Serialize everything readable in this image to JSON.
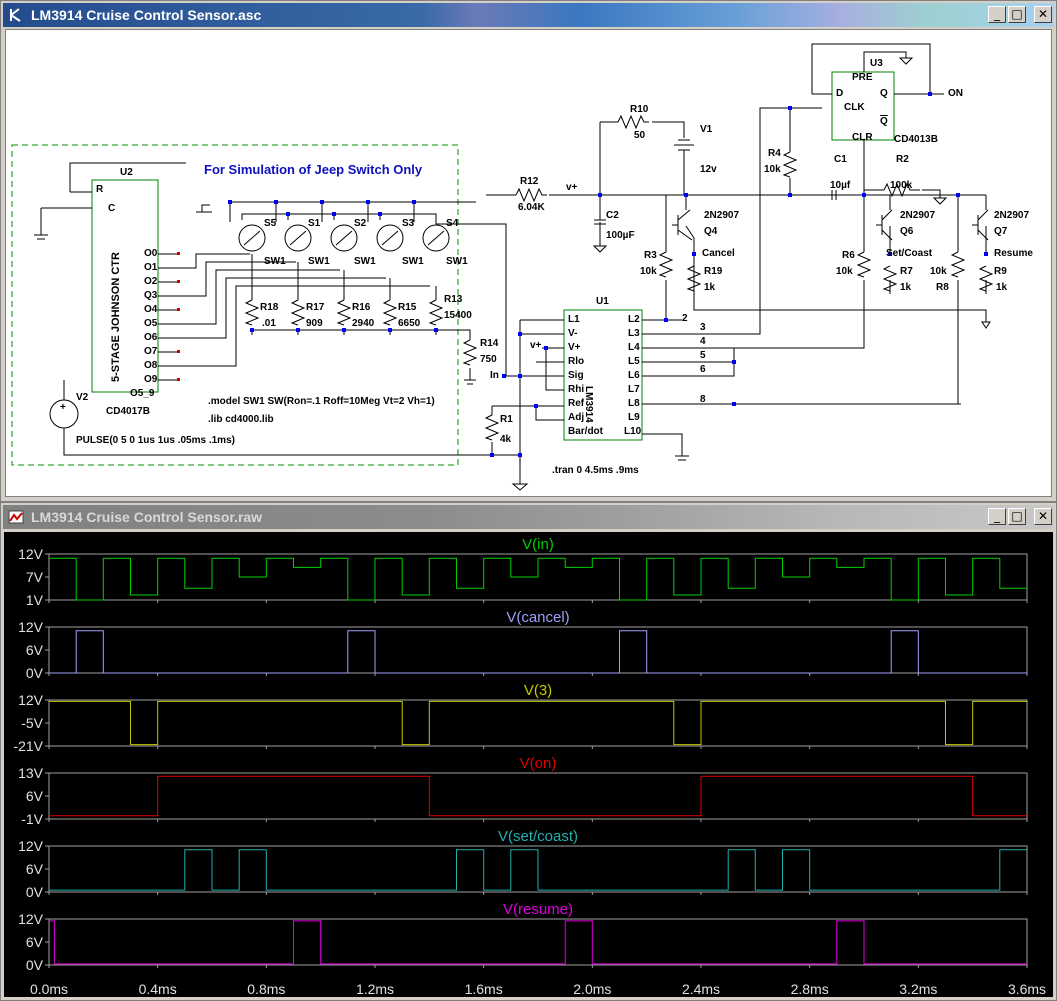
{
  "schematic": {
    "title": "LM3914 Cruise Control Sensor.asc",
    "buttons": {
      "minimize": "_",
      "maximize": "□",
      "close": "✕"
    },
    "comment": "For Simulation of Jeep Switch Only",
    "directives": {
      "model": ".model SW1 SW(Ron=.1 Roff=10Meg Vt=2 Vh=1)",
      "lib": ".lib cd4000.lib",
      "tran": ".tran 0 4.5ms .9ms",
      "pulse": "PULSE(0 5 0 1us 1us .05ms .1ms)"
    },
    "u2": {
      "ref": "U2",
      "part": "CD4017B",
      "body": "5-STAGE JOHNSON CTR",
      "r": "R",
      "c": "C",
      "outs": [
        "O0",
        "O1",
        "O2",
        "Q3",
        "O4",
        "O5",
        "O6",
        "O7",
        "O8",
        "O9",
        "O5_9"
      ]
    },
    "u1": {
      "ref": "U1",
      "part": "LM3914",
      "pins_left": [
        "L1",
        "V-",
        "V+",
        "Rlo",
        "Sig",
        "Rhi",
        "Ref",
        "Adj",
        "Bar/dot"
      ],
      "pins_right": [
        "L2",
        "L3",
        "L4",
        "L5",
        "L6",
        "L7",
        "L8",
        "L9",
        "L10"
      ]
    },
    "u3": {
      "ref": "U3",
      "part": "CD4013B",
      "pre": "PRE",
      "d": "D",
      "clk": "CLK",
      "q": "Q",
      "qbar": "Q",
      "clr": "CLR"
    },
    "switches": [
      {
        "ref": "S5",
        "model": "SW1"
      },
      {
        "ref": "S1",
        "model": "SW1"
      },
      {
        "ref": "S2",
        "model": "SW1"
      },
      {
        "ref": "S3",
        "model": "SW1"
      },
      {
        "ref": "S4",
        "model": "SW1"
      }
    ],
    "resistors": [
      {
        "ref": "R18",
        "val": ".01"
      },
      {
        "ref": "R17",
        "val": "909"
      },
      {
        "ref": "R16",
        "val": "2940"
      },
      {
        "ref": "R15",
        "val": "6650"
      },
      {
        "ref": "R13",
        "val": "15400"
      },
      {
        "ref": "R14",
        "val": "750"
      },
      {
        "ref": "R1",
        "val": "4k"
      },
      {
        "ref": "R12",
        "val": "6.04K"
      },
      {
        "ref": "R10",
        "val": "50"
      },
      {
        "ref": "R3",
        "val": "10k"
      },
      {
        "ref": "R19",
        "val": "1k"
      },
      {
        "ref": "R4",
        "val": "10k"
      },
      {
        "ref": "R2",
        "val": "100k"
      },
      {
        "ref": "R6",
        "val": "10k"
      },
      {
        "ref": "R7",
        "val": "1k"
      },
      {
        "ref": "R8",
        "val": "10k"
      },
      {
        "ref": "R9",
        "val": "1k"
      }
    ],
    "caps": [
      {
        "ref": "C2",
        "val": "100µF"
      },
      {
        "ref": "C1",
        "val": "10µf"
      }
    ],
    "sources": [
      {
        "ref": "V1",
        "val": "12v"
      },
      {
        "ref": "V2"
      }
    ],
    "transistors": [
      {
        "ref": "Q4",
        "part": "2N2907"
      },
      {
        "ref": "Q6",
        "part": "2N2907"
      },
      {
        "ref": "Q7",
        "part": "2N2907"
      }
    ],
    "nets": {
      "vplus": "v+",
      "vplus2": "v+",
      "in": "In",
      "on": "ON",
      "cancel": "Cancel",
      "setcoast": "Set/Coast",
      "resume": "Resume",
      "n2": "2",
      "n3": "3",
      "n4": "4",
      "n5": "5",
      "n6": "6",
      "n8": "8"
    }
  },
  "waveform": {
    "title": "LM3914 Cruise Control Sensor.raw",
    "buttons": {
      "minimize": "_",
      "maximize": "□",
      "close": "✕"
    },
    "xticks": [
      "0.0ms",
      "0.4ms",
      "0.8ms",
      "1.2ms",
      "1.6ms",
      "2.0ms",
      "2.4ms",
      "2.8ms",
      "3.2ms",
      "3.6ms"
    ],
    "panes": [
      {
        "title": "V(in)",
        "color": "#00d000",
        "yticks": [
          "12V",
          "7V",
          "1V"
        ]
      },
      {
        "title": "V(cancel)",
        "color": "#9f9fff",
        "yticks": [
          "12V",
          "6V",
          "0V"
        ]
      },
      {
        "title": "V(3)",
        "color": "#c8c800",
        "yticks": [
          "12V",
          "-5V",
          "-21V"
        ]
      },
      {
        "title": "V(on)",
        "color": "#e00000",
        "yticks": [
          "13V",
          "6V",
          "-1V"
        ]
      },
      {
        "title": "V(set/coast)",
        "color": "#20b0b0",
        "yticks": [
          "12V",
          "6V",
          "0V"
        ]
      },
      {
        "title": "V(resume)",
        "color": "#e000e0",
        "yticks": [
          "12V",
          "6V",
          "0V"
        ]
      }
    ]
  },
  "chart_data": [
    {
      "type": "line",
      "title": "V(in)",
      "x_unit": "ms",
      "xlim": [
        0,
        3.6
      ],
      "ylim": [
        1,
        12
      ],
      "x": [
        0,
        0.1,
        0.1,
        0.2,
        0.2,
        0.3,
        0.3,
        0.4,
        0.4,
        0.5,
        0.5,
        0.6,
        0.6,
        0.7,
        0.7,
        0.8,
        0.8,
        0.9,
        0.9,
        1.0,
        1.0,
        1.1,
        1.1,
        1.2,
        1.2,
        1.3,
        1.3,
        1.4,
        1.4,
        1.5,
        1.5,
        1.6,
        1.6,
        1.7,
        1.7,
        1.8,
        1.8,
        1.9,
        1.9,
        2.0,
        2.0,
        2.1,
        2.1,
        2.2,
        2.2,
        2.3,
        2.3,
        2.4,
        2.4,
        2.5,
        2.5,
        2.6,
        2.6,
        2.7,
        2.7,
        2.8,
        2.8,
        2.9,
        2.9,
        3.0,
        3.0,
        3.1,
        3.1,
        3.2,
        3.2,
        3.3,
        3.3,
        3.4,
        3.4,
        3.5,
        3.5,
        3.6
      ],
      "y": [
        11,
        11,
        1,
        1,
        11,
        11,
        2.2,
        2.2,
        11,
        11,
        3.8,
        3.8,
        11,
        11,
        6.5,
        6.5,
        11,
        11,
        8.8,
        8.8,
        11,
        11,
        1,
        1,
        11,
        11,
        2.2,
        2.2,
        11,
        11,
        3.8,
        3.8,
        11,
        11,
        6.5,
        6.5,
        11,
        11,
        8.8,
        8.8,
        11,
        11,
        1,
        1,
        11,
        11,
        2.2,
        2.2,
        11,
        11,
        3.8,
        3.8,
        11,
        11,
        6.5,
        6.5,
        11,
        11,
        8.8,
        8.8,
        11,
        11,
        1,
        1,
        11,
        11,
        2.2,
        2.2,
        11,
        11,
        3.8,
        3.8
      ]
    },
    {
      "type": "line",
      "title": "V(cancel)",
      "x_unit": "ms",
      "xlim": [
        0,
        3.6
      ],
      "ylim": [
        0,
        12
      ],
      "x": [
        0,
        0.1,
        0.1,
        0.2,
        0.2,
        1.1,
        1.1,
        1.2,
        1.2,
        2.1,
        2.1,
        2.2,
        2.2,
        3.1,
        3.1,
        3.2,
        3.2,
        3.6
      ],
      "y": [
        0,
        0,
        11,
        11,
        0,
        0,
        11,
        11,
        0,
        0,
        11,
        11,
        0,
        0,
        11,
        11,
        0,
        0
      ]
    },
    {
      "type": "line",
      "title": "V(3)",
      "x_unit": "ms",
      "xlim": [
        0,
        3.6
      ],
      "ylim": [
        -21,
        12
      ],
      "x": [
        0,
        0.3,
        0.3,
        0.4,
        0.4,
        1.3,
        1.3,
        1.4,
        1.4,
        2.3,
        2.3,
        2.4,
        2.4,
        3.3,
        3.3,
        3.4,
        3.4,
        3.6
      ],
      "y": [
        11,
        11,
        -20,
        -20,
        11,
        11,
        -20,
        -20,
        11,
        11,
        -20,
        -20,
        11,
        11,
        -20,
        -20,
        11,
        11
      ]
    },
    {
      "type": "line",
      "title": "V(on)",
      "x_unit": "ms",
      "xlim": [
        0,
        3.6
      ],
      "ylim": [
        -1,
        13
      ],
      "x": [
        0,
        0.4,
        0.4,
        1.4,
        1.4,
        2.4,
        2.4,
        3.4,
        3.4,
        3.6
      ],
      "y": [
        0,
        0,
        12,
        12,
        0,
        0,
        12,
        12,
        0,
        0
      ]
    },
    {
      "type": "line",
      "title": "V(set/coast)",
      "x_unit": "ms",
      "xlim": [
        0,
        3.6
      ],
      "ylim": [
        0,
        12
      ],
      "x": [
        0,
        0.5,
        0.5,
        0.6,
        0.6,
        0.7,
        0.7,
        0.8,
        0.8,
        1.5,
        1.5,
        1.6,
        1.6,
        1.7,
        1.7,
        1.8,
        1.8,
        2.5,
        2.5,
        2.6,
        2.6,
        2.7,
        2.7,
        2.8,
        2.8,
        3.5,
        3.5,
        3.6
      ],
      "y": [
        0.5,
        0.5,
        11,
        11,
        0.5,
        0.5,
        11,
        11,
        0.5,
        0.5,
        11,
        11,
        0.5,
        0.5,
        11,
        11,
        0.5,
        0.5,
        11,
        11,
        0.5,
        0.5,
        11,
        11,
        0.5,
        0.5,
        11,
        11
      ]
    },
    {
      "type": "line",
      "title": "V(resume)",
      "x_unit": "ms",
      "xlim": [
        0,
        3.6
      ],
      "ylim": [
        0,
        12
      ],
      "x": [
        0,
        0.02,
        0.02,
        0.9,
        0.9,
        1.0,
        1.0,
        1.9,
        1.9,
        2.0,
        2.0,
        2.9,
        2.9,
        3.0,
        3.0,
        3.6
      ],
      "y": [
        11.5,
        11.5,
        0.3,
        0.3,
        11.5,
        11.5,
        0.3,
        0.3,
        11.5,
        11.5,
        0.3,
        0.3,
        11.5,
        11.5,
        0.3,
        0.3
      ]
    }
  ]
}
